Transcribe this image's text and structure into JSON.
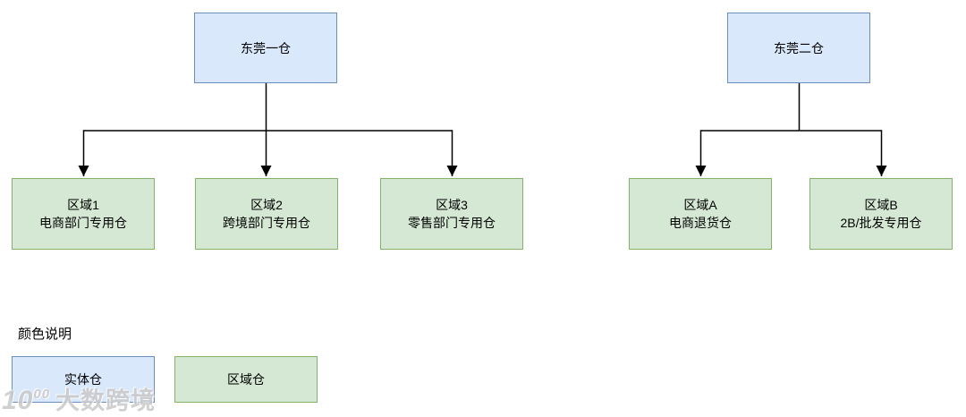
{
  "diagram": {
    "trees": [
      {
        "root": {
          "label": "东莞一仓"
        },
        "children": [
          {
            "line1": "区域1",
            "line2": "电商部门专用仓"
          },
          {
            "line1": "区域2",
            "line2": "跨境部门专用仓"
          },
          {
            "line1": "区域3",
            "line2": "零售部门专用仓"
          }
        ]
      },
      {
        "root": {
          "label": "东莞二仓"
        },
        "children": [
          {
            "line1": "区域A",
            "line2": "电商退货仓"
          },
          {
            "line1": "区域B",
            "line2": "2B/批发专用仓"
          }
        ]
      }
    ],
    "legend": {
      "title": "颜色说明",
      "items": [
        {
          "label": "实体仓",
          "type": "physical"
        },
        {
          "label": "区域仓",
          "type": "zone"
        }
      ]
    },
    "watermark": {
      "logo_base": "10",
      "logo_sup": "00",
      "text": "大数跨境"
    }
  },
  "colors": {
    "physical-fill": "#dae8fc",
    "physical-border": "#6c8ebf",
    "zone-fill": "#d5e8d4",
    "zone-border": "#82b366",
    "connector": "#000000",
    "text": "#000000",
    "watermark": "#c8c8c8",
    "background": "#ffffff"
  }
}
